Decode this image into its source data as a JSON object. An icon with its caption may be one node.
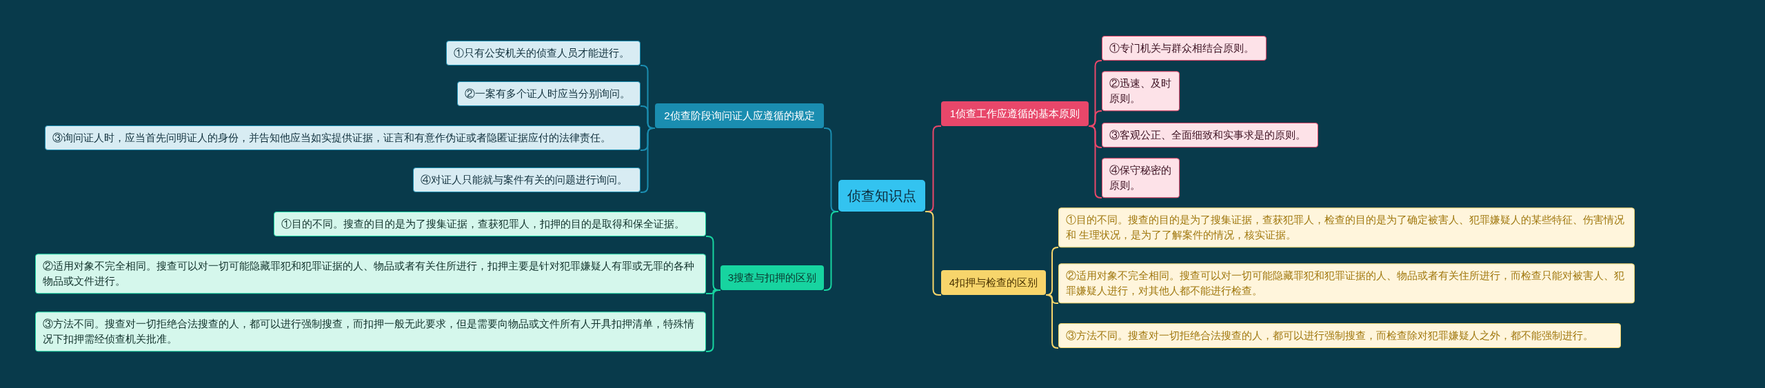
{
  "diagram": {
    "nodes": [
      {
        "text": [
          "侦查知识点"
        ]
      },
      {
        "text": [
          "1侦查工作应遵循的基本原则"
        ]
      },
      {
        "text": [
          "①专门机关与群众相结合原则。"
        ]
      },
      {
        "text": [
          "②迅速、及时原则。"
        ]
      },
      {
        "text": [
          "③客观公正、全面细致和实事求是的原则。"
        ]
      },
      {
        "text": [
          "④保守秘密的原则。"
        ]
      },
      {
        "text": [
          "2侦查阶段询问证人应遵循的规定"
        ]
      },
      {
        "text": [
          "①只有公安机关的侦查人员才能进行。"
        ]
      },
      {
        "text": [
          "②一案有多个证人时应当分别询问。"
        ]
      },
      {
        "text": [
          "③询问证人时，应当首先问明证人的身份，并告知他应当如实提供证据，证言和有意作伪证或者隐匿证据应付的法律责任。"
        ]
      },
      {
        "text": [
          "④对证人只能就与案件有关的问题进行询问。"
        ]
      },
      {
        "text": [
          "3搜查与扣押的区别"
        ]
      },
      {
        "text": [
          "①目的不同。搜查的目的是为了搜集证据，查获犯罪人，扣押的目的是取得和保全证据。"
        ]
      },
      {
        "text": [
          "②适用对象不完全相同。搜查可以对一切可能隐藏罪犯和犯罪证据的人、物品或者有关住所进行，扣押主要是针对犯罪嫌疑人有罪或无罪的各种物品或文件进行。"
        ]
      },
      {
        "text": [
          "③方法不同。搜查对一切拒绝合法搜查的人，都可以进行强制搜查，而扣押一般无此要求，但是需要向物品或文件所有人开具扣押清单，特殊情况下扣押需经侦查机关批准。"
        ]
      },
      {
        "text": [
          "4扣押与检查的区别"
        ]
      },
      {
        "text": [
          "①目的不同。搜查的目的是为了搜集证据，查获犯罪人，检查的目的是为了确定被害人、犯罪嫌疑人的某些特征、伤害情况和 生理状况，是为了了解案件的情况，核实证据。"
        ]
      },
      {
        "text": [
          "②适用对象不完全相同。搜查可以对一切可能隐藏罪犯和犯罪证据的人、物品或者有关住所进行，而检查只能对被害人、犯罪嫌疑人进行，对其他人都不能进行检查。"
        ]
      },
      {
        "text": [
          "③方法不同。搜查对一切拒绝合法搜查的人，都可以进行强制搜查，而检查除对犯罪嫌疑人之外，都不能强制进行。"
        ]
      }
    ],
    "edges": [
      {
        "from": 0,
        "to": 1,
        "arrow": "none",
        "color": "#e8476a"
      },
      {
        "from": 1,
        "to": 2,
        "arrow": "none",
        "color": "#e8476a"
      },
      {
        "from": 1,
        "to": 3,
        "arrow": "none",
        "color": "#e8476a"
      },
      {
        "from": 1,
        "to": 4,
        "arrow": "none",
        "color": "#e8476a"
      },
      {
        "from": 1,
        "to": 5,
        "arrow": "none",
        "color": "#e8476a"
      },
      {
        "from": 0,
        "to": 6,
        "arrow": "none",
        "color": "#1a8db0"
      },
      {
        "from": 6,
        "to": 7,
        "arrow": "none",
        "color": "#1a8db0"
      },
      {
        "from": 6,
        "to": 8,
        "arrow": "none",
        "color": "#1a8db0"
      },
      {
        "from": 6,
        "to": 9,
        "arrow": "none",
        "color": "#1a8db0"
      },
      {
        "from": 6,
        "to": 10,
        "arrow": "none",
        "color": "#1a8db0"
      },
      {
        "from": 0,
        "to": 11,
        "arrow": "none",
        "color": "#17d4a0"
      },
      {
        "from": 11,
        "to": 12,
        "arrow": "none",
        "color": "#17d4a0"
      },
      {
        "from": 11,
        "to": 13,
        "arrow": "none",
        "color": "#17d4a0"
      },
      {
        "from": 11,
        "to": 14,
        "arrow": "none",
        "color": "#17d4a0"
      },
      {
        "from": 0,
        "to": 15,
        "arrow": "none",
        "color": "#f7d56b"
      },
      {
        "from": 15,
        "to": 16,
        "arrow": "none",
        "color": "#f7d56b"
      },
      {
        "from": 15,
        "to": 17,
        "arrow": "none",
        "color": "#f7d56b"
      },
      {
        "from": 15,
        "to": 18,
        "arrow": "none",
        "color": "#f7d56b"
      }
    ]
  }
}
